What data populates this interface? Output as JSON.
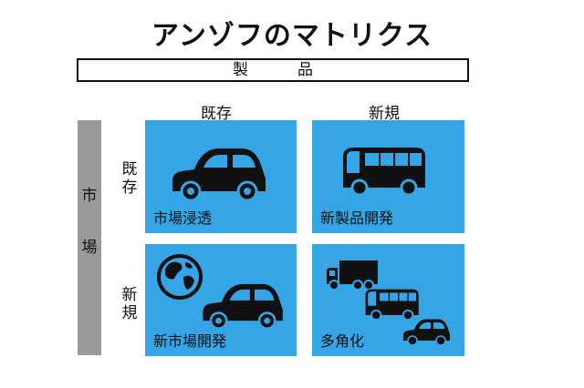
{
  "title": "アンゾフのマトリクス",
  "product_axis": {
    "label": "製品"
  },
  "columns": {
    "existing": "既存",
    "new": "新規"
  },
  "market_axis": {
    "label_1": "市",
    "label_2": "場"
  },
  "rows": {
    "existing": "既存",
    "new": "新規"
  },
  "cells": {
    "top_left": "市場浸透",
    "top_right": "新製品開発",
    "bottom_left": "新市場開発",
    "bottom_right": "多角化"
  },
  "colors": {
    "cell_fill": "#35a5e6",
    "market_bar": "#9a9a9a"
  },
  "icons": [
    "car-icon",
    "bus-icon",
    "globe-icon",
    "truck-icon"
  ]
}
